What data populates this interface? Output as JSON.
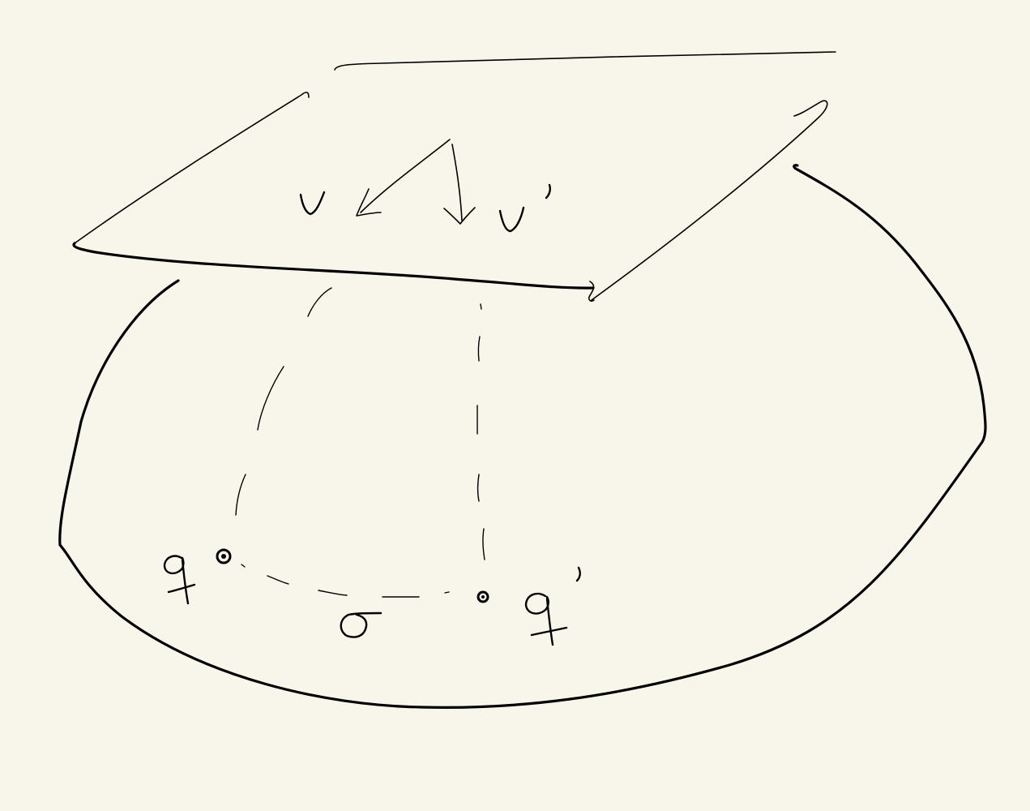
{
  "colors": {
    "background": "#f8f6ea",
    "ink": "#000000"
  },
  "labels": {
    "vector_v": "v",
    "vector_v_prime": "v'",
    "point_q": "q",
    "point_q_prime": "q'",
    "geodesic_sigma": "σ"
  }
}
